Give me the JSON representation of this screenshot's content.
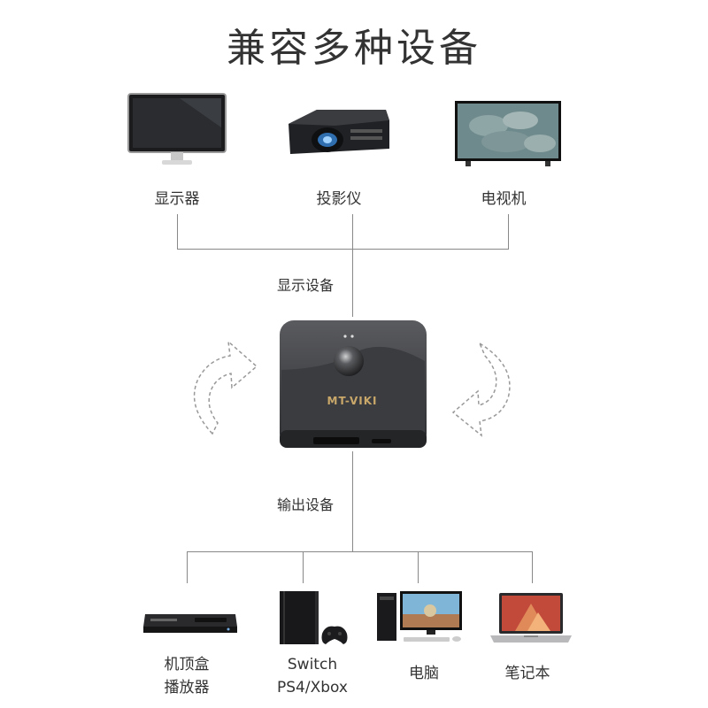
{
  "title": "兼容多种设备",
  "display_devices": [
    {
      "label": "显示器",
      "icon": "monitor-icon"
    },
    {
      "label": "投影仪",
      "icon": "projector-icon"
    },
    {
      "label": "电视机",
      "icon": "tv-icon"
    }
  ],
  "display_section_label": "显示设备",
  "switch_brand": "MT-VIKI",
  "output_section_label": "输出设备",
  "output_devices": [
    {
      "label_line1": "机顶盒",
      "label_line2": "播放器",
      "icon": "set-top-box-icon"
    },
    {
      "label_line1": "Switch",
      "label_line2": "PS4/Xbox",
      "icon": "game-console-icon"
    },
    {
      "label_line1": "电脑",
      "label_line2": "",
      "icon": "desktop-computer-icon"
    },
    {
      "label_line1": "笔记本",
      "label_line2": "",
      "icon": "laptop-icon"
    }
  ],
  "colors": {
    "line": "#888888",
    "switch_body": "#3a3b3e",
    "brand_text": "#c9a86a"
  }
}
